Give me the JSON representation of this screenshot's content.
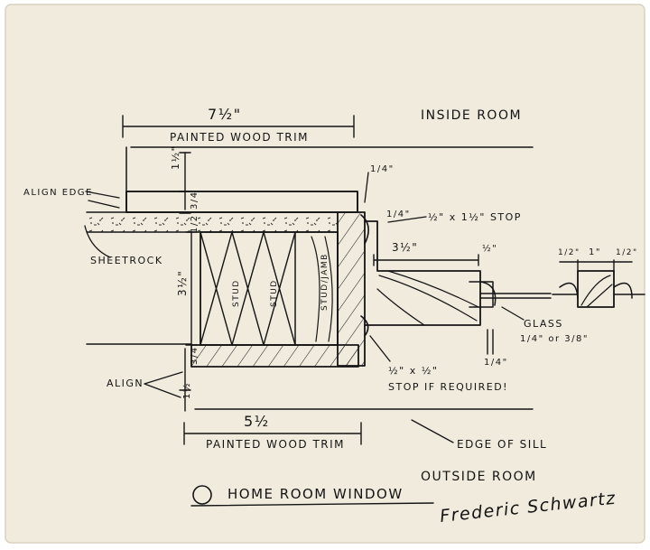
{
  "drawing": {
    "paper_color": "#f0ebdd",
    "ink_color": "#151515",
    "title": "HOME ROOM WINDOW",
    "signature": "Frederic Schwartz",
    "labels": {
      "inside_room": "INSIDE ROOM",
      "outside_room": "OUTSIDE ROOM",
      "top_trim_dim": "7½\"",
      "top_trim": "PAINTED WOOD TRIM",
      "bottom_trim_dim": "5½",
      "bottom_trim": "PAINTED WOOD TRIM",
      "align_edge": "ALIGN EDGE",
      "sheetrock": "SHEETROCK",
      "align": "ALIGN",
      "dim_1_half_top": "1½\"",
      "dim_3_4_top": "3/4",
      "dim_1_2_top": "1/2",
      "dim_3_half_wall": "3½\"",
      "dim_3_4_bottom": "3/4",
      "dim_1_half_bottom": "1½",
      "dim_quarter_top": "1/4\"",
      "dim_quarter_stop": "1/4\"",
      "stop_top": "½\" x 1½\" STOP",
      "sill_dim": "3½\"",
      "dim_half_right": "½\"",
      "stop_bottom_line1": "½\" x ½\"",
      "stop_bottom_line2": "STOP IF REQUIRED!",
      "glass_line1": "GLASS",
      "glass_line2": "1/4\" or 3/8\"",
      "glass_gap": "1/4\"",
      "edge_of_sill": "EDGE OF SILL",
      "mullion_left": "1/2\"",
      "mullion_center": "1\"",
      "mullion_right": "1/2\"",
      "stud_1": "STUD",
      "stud_2": "STUD",
      "stud_jamb": "STUD/JAMB"
    }
  }
}
